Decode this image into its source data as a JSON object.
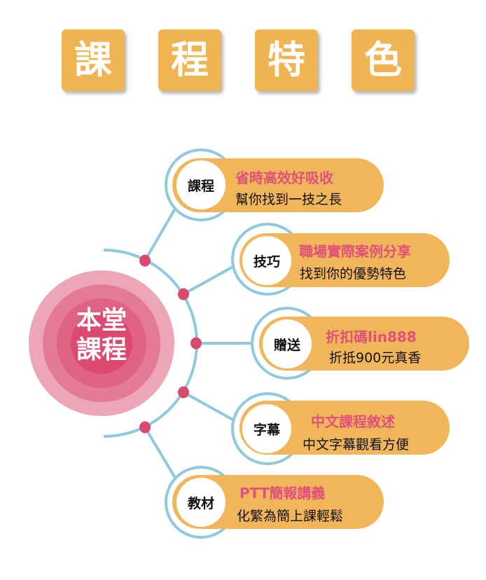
{
  "header": {
    "tiles": [
      "課",
      "程",
      "特",
      "色"
    ]
  },
  "center": {
    "line1": "本堂",
    "line2": "課程"
  },
  "items": [
    {
      "badge": "課程",
      "title": "省時高效好吸收",
      "subtitle": "幫你找到一技之長"
    },
    {
      "badge": "技巧",
      "title": "職場實際案例分享",
      "subtitle": "找到你的優勢特色"
    },
    {
      "badge": "贈送",
      "title": "折扣碼lin888",
      "subtitle": "折抵900元真香"
    },
    {
      "badge": "字幕",
      "title": "中文課程敘述",
      "subtitle": "中文字幕觀看方便"
    },
    {
      "badge": "教材",
      "title": "PTT簡報講義",
      "subtitle": "化繁為簡上課輕鬆"
    }
  ],
  "colors": {
    "orange": "#F1B65A",
    "pink": "#E0517A",
    "blue": "#8FC9DE",
    "dot": "#D94A6E"
  }
}
